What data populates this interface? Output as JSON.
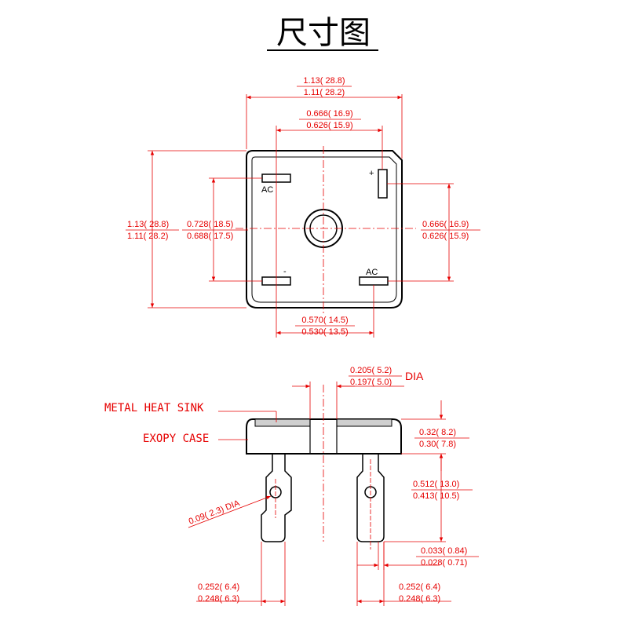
{
  "title": "尺寸图",
  "colors": {
    "dimension": "#e60000",
    "outline": "#000000",
    "background": "#ffffff"
  },
  "top_view": {
    "pin_labels": {
      "ac_left": "AC",
      "ac_right": "AC",
      "plus": "+",
      "minus": "-"
    },
    "dims": {
      "overall_width": {
        "max": "1.13( 28.8)",
        "min": "1.11( 28.2)"
      },
      "pin_spacing_top": {
        "max": "0.666( 16.9)",
        "min": "0.626( 15.9)"
      },
      "overall_height": {
        "max": "1.13( 28.8)",
        "min": "1.11( 28.2)"
      },
      "pin_spacing_left": {
        "max": "0.728( 18.5)",
        "min": "0.688( 17.5)"
      },
      "pin_spacing_right": {
        "max": "0.666( 16.9)",
        "min": "0.626( 15.9)"
      },
      "pin_spacing_bottom": {
        "max": "0.570( 14.5)",
        "min": "0.530( 13.5)"
      }
    }
  },
  "side_view": {
    "callouts": {
      "heat_sink": "METAL HEAT SINK",
      "case": "EXOPY CASE"
    },
    "dims": {
      "hole_dia": {
        "max": "0.205( 5.2)",
        "min": "0.197( 5.0)",
        "suffix": "DIA"
      },
      "body_height": {
        "max": "0.32( 8.2)",
        "min": "0.30( 7.8)"
      },
      "lead_length": {
        "max": "0.512( 13.0)",
        "min": "0.413( 10.5)"
      },
      "lead_thickness": {
        "max": "0.033( 0.84)",
        "min": "0.028( 0.71)"
      },
      "lead_hole": {
        "text": "0.09( 2.3) DIA"
      },
      "lead_width_left": {
        "max": "0.252( 6.4)",
        "min": "0.248( 6.3)"
      },
      "lead_width_right": {
        "max": "0.252( 6.4)",
        "min": "0.248( 6.3)"
      }
    }
  }
}
